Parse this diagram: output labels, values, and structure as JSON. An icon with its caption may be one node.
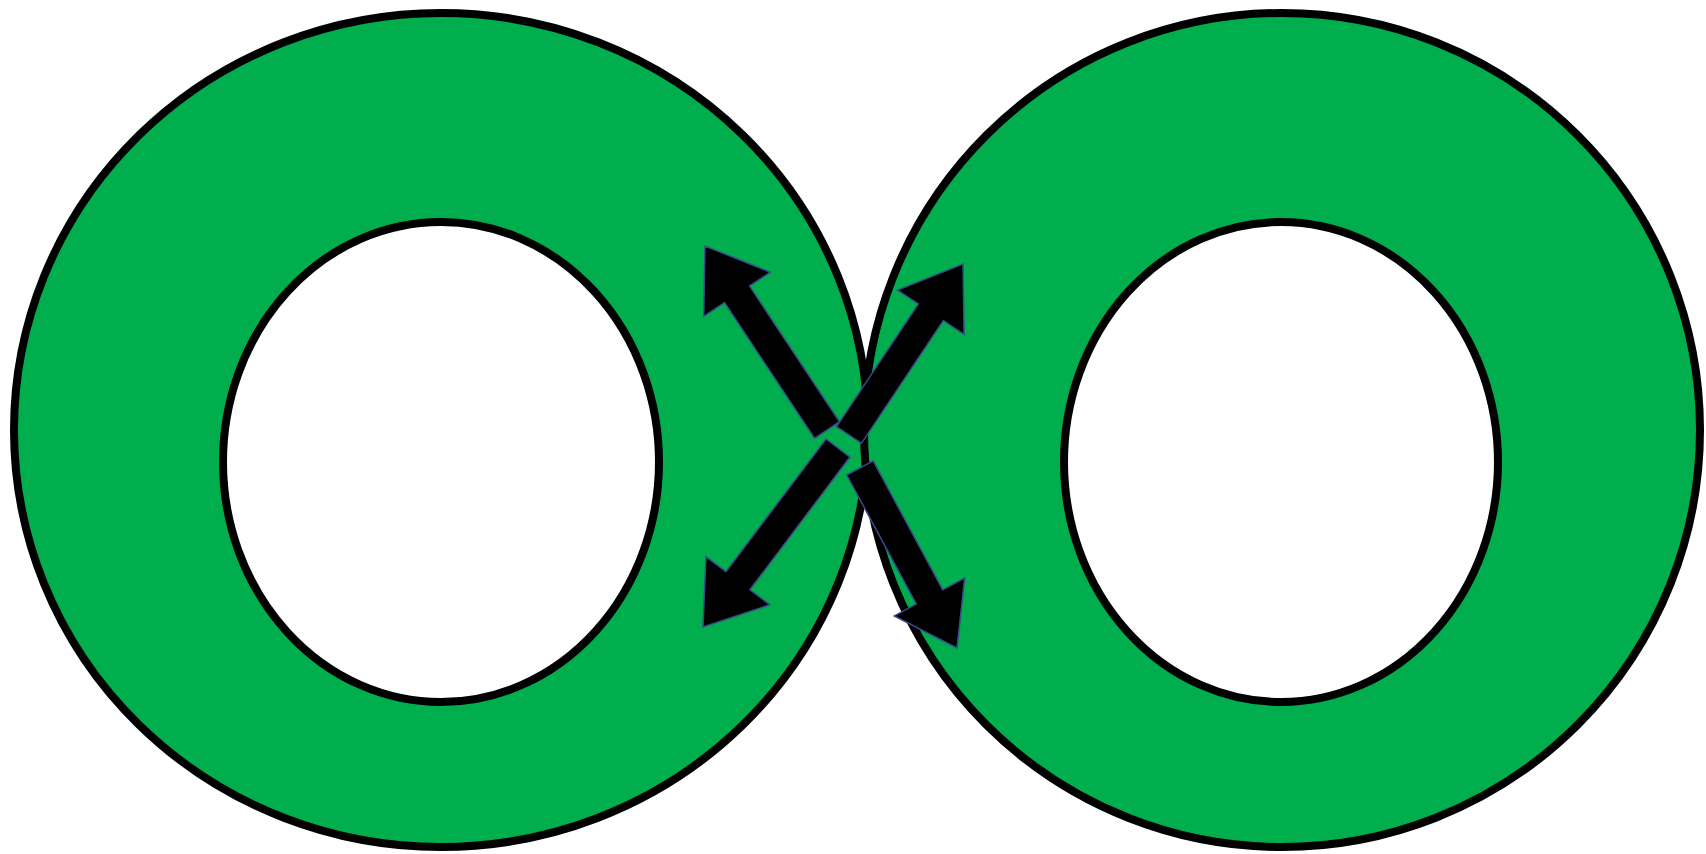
{
  "diagram": {
    "nodes": [
      {
        "text": [],
        "shape": "ring"
      },
      {
        "text": [],
        "shape": "ring"
      }
    ],
    "edges": [
      {
        "from": 0,
        "to": 1,
        "arrow": "to"
      },
      {
        "from": 0,
        "to": 1,
        "arrow": "to"
      }
    ]
  }
}
